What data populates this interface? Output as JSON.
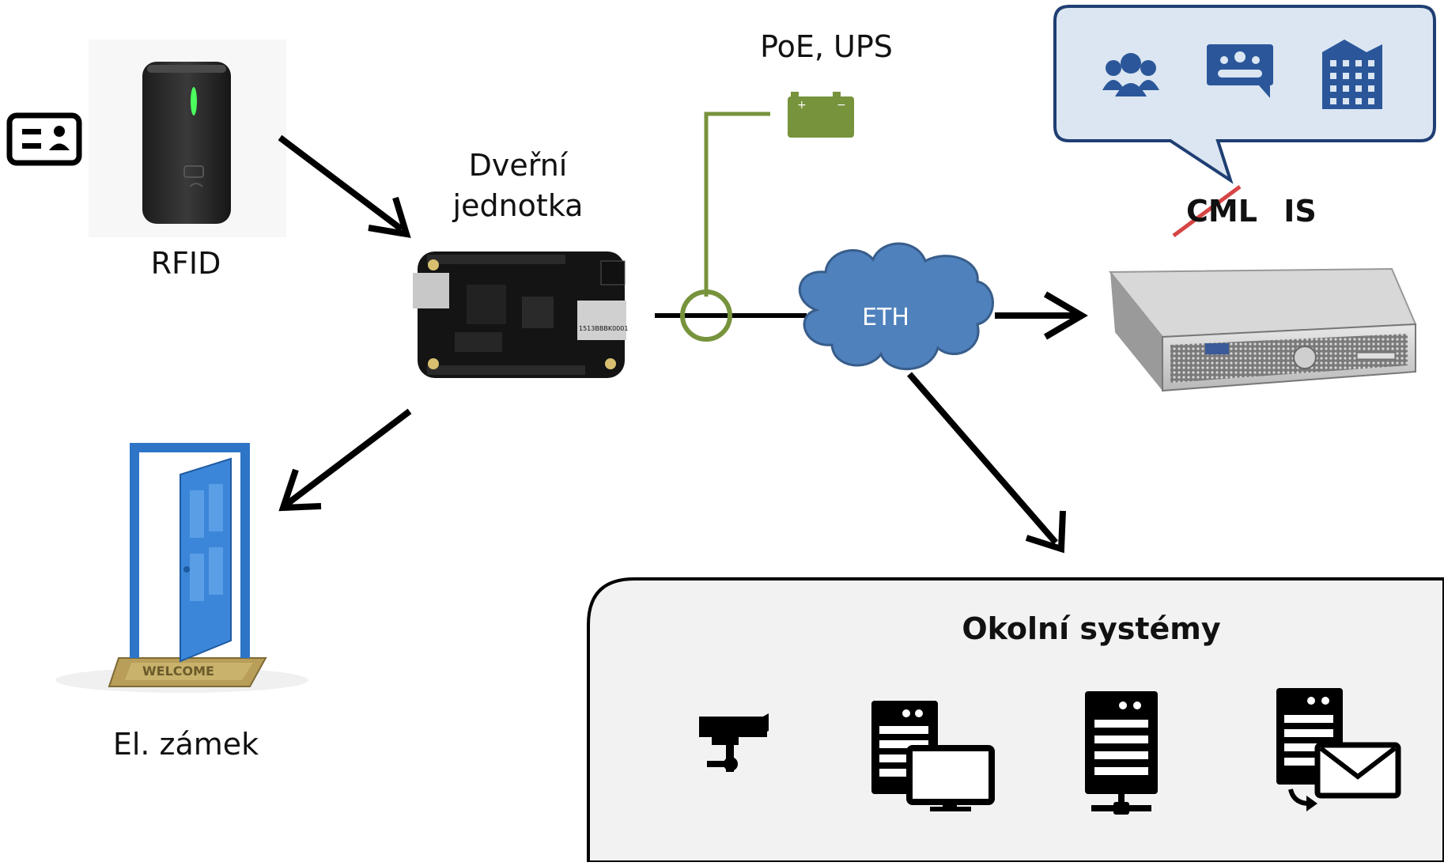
{
  "nodes": {
    "rfid": {
      "label": "RFID"
    },
    "door_unit": {
      "label_line1": "Dveřní",
      "label_line2": "jednotka",
      "board_serial": "1513BBBK0001"
    },
    "power": {
      "label": "PoE, UPS"
    },
    "network": {
      "label": "ETH"
    },
    "lock": {
      "label": "El. zámek",
      "mat_text": "WELCOME"
    },
    "server": {
      "label_struck": "CML",
      "label": "IS"
    },
    "external_systems": {
      "title": "Okolní systémy"
    }
  },
  "colors": {
    "arrow": "#000000",
    "power_line": "#77933c",
    "battery": "#77933c",
    "cloud_fill": "#4f81bd",
    "cloud_stroke": "#385d8a",
    "bubble_fill": "#dbe6f2",
    "bubble_stroke": "#1f3f73",
    "bubble_icon": "#2b579a",
    "door": "#2e75c8",
    "strike": "#d64545",
    "panel_fill": "#f2f2f2"
  },
  "icons": [
    "id-card-icon",
    "rfid-reader-icon",
    "board-icon",
    "battery-icon",
    "cloud-icon",
    "server-icon",
    "group-icon",
    "meeting-icon",
    "building-icon",
    "door-icon",
    "camera-icon",
    "server-monitor-icon",
    "server-network-icon",
    "server-mail-icon"
  ]
}
